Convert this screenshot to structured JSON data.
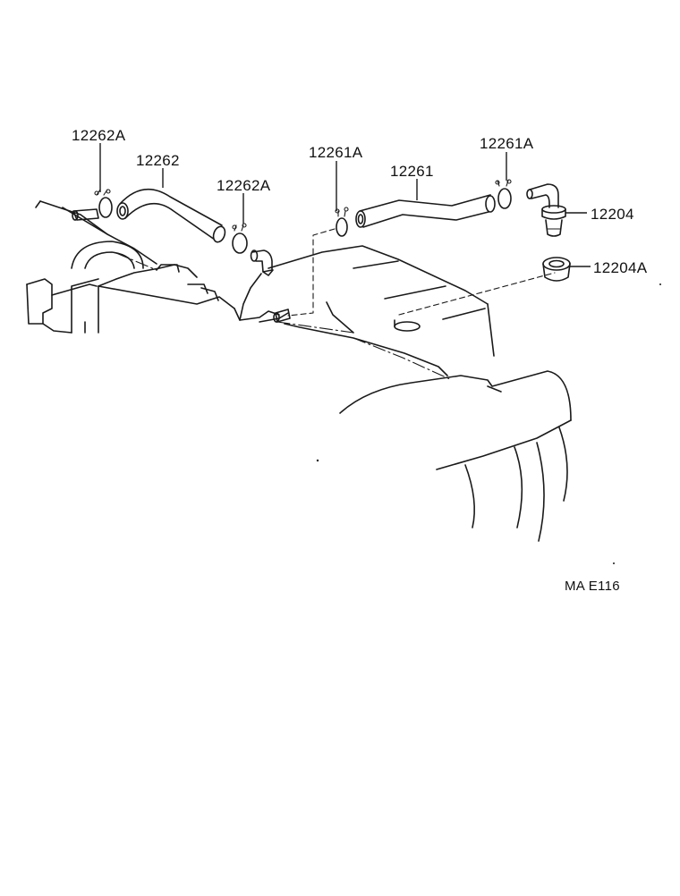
{
  "callouts": {
    "clamp_left_top": "12262A",
    "hose_left": "12262",
    "clamp_left_bottom": "12262A",
    "clamp_mid": "12261A",
    "hose_right": "12261",
    "clamp_right": "12261A",
    "pcv_valve": "12204",
    "grommet": "12204A"
  },
  "figure_code": "MA E116"
}
